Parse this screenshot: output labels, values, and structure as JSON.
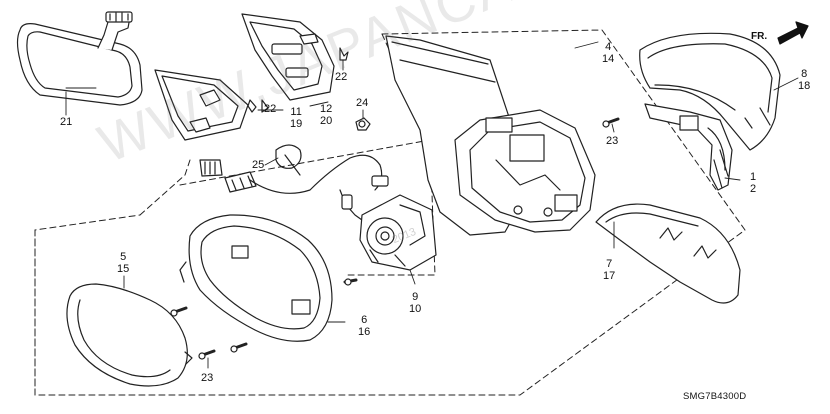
{
  "diagram": {
    "code": "SMG7B4300D",
    "direction_label": "FR.",
    "watermark": "WWW.JAPANCATS.RU",
    "watermark_small": "2013",
    "callouts": [
      {
        "id": "c21",
        "text": "21"
      },
      {
        "id": "c22a",
        "text": "22"
      },
      {
        "id": "c22b",
        "text": "22"
      },
      {
        "id": "c11",
        "text": "11\n19"
      },
      {
        "id": "c12",
        "text": "12\n20"
      },
      {
        "id": "c24",
        "text": "24"
      },
      {
        "id": "c25",
        "text": "25"
      },
      {
        "id": "c4",
        "text": "4\n14"
      },
      {
        "id": "c8",
        "text": "8\n18"
      },
      {
        "id": "c23a",
        "text": "23"
      },
      {
        "id": "c1",
        "text": "1\n2"
      },
      {
        "id": "c7",
        "text": "7\n17"
      },
      {
        "id": "c5",
        "text": "5\n15"
      },
      {
        "id": "c6",
        "text": "6\n16"
      },
      {
        "id": "c9",
        "text": "9\n10"
      },
      {
        "id": "c23b",
        "text": "23"
      }
    ]
  }
}
